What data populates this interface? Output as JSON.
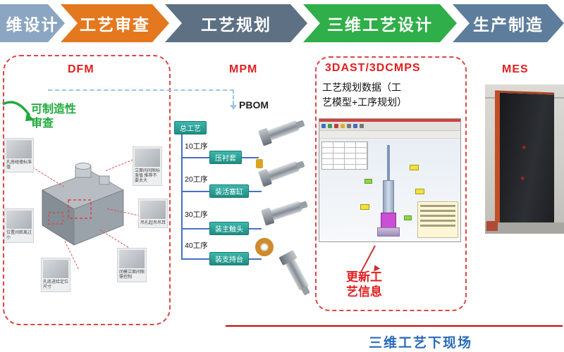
{
  "process": {
    "arrows": [
      {
        "label": "维设计",
        "color": "#8ba6c2"
      },
      {
        "label": "工艺审查",
        "color": "#e4781f"
      },
      {
        "label": "工艺规划",
        "color": "#5d7084"
      },
      {
        "label": "三维工艺设计",
        "color": "#2fae49"
      },
      {
        "label": "生产制造",
        "color": "#5e7d9c"
      }
    ]
  },
  "dfm": {
    "title": "DFM",
    "review_line1": "可制造性",
    "review_line2": "审查",
    "review_color": "#1faa3c",
    "callouts": [
      "孔座碰撞标准值",
      "立面间间隙标准值 推荐不要太大",
      "位置间距离过小",
      "吊孔起吊吊耳",
      "孔底进给定位尺寸",
      "闭模立面间隙需控制"
    ]
  },
  "mpm": {
    "title": "MPM",
    "pbom_label": "PBOM",
    "root_label": "总工艺",
    "steps": [
      {
        "step": "10工序",
        "task": "压衬套"
      },
      {
        "step": "20工序",
        "task": "装活塞缸"
      },
      {
        "step": "30工序",
        "task": "装主触头"
      },
      {
        "step": "40工序",
        "task": "装支持台"
      }
    ]
  },
  "tdast": {
    "title": "3DAST/3DCMPS",
    "desc_line1": "工艺规划数据（工",
    "desc_line2": "艺模型+工序规划）",
    "update_line1": "更新工",
    "update_line2": "艺信息",
    "accent_color": "#e02020"
  },
  "mes": {
    "title": "MES"
  },
  "footer": {
    "caption": "三维工艺下现场",
    "caption_color": "#2b6cb8",
    "line_color": "#cc0000"
  }
}
